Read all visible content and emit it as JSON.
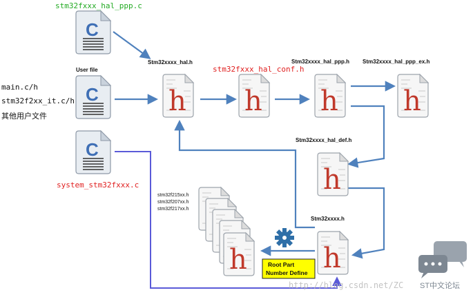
{
  "labels": {
    "ppp_c": "stm32fxxx_hal_ppp.c",
    "user_file": "User file",
    "main_c": "main.c/h",
    "it_c": "stm32f2xx_it.c/h",
    "user_cn": "其他用户文件",
    "system_c": "system_stm32fxxx.c",
    "hal_h": "Stm32xxxx_hal.h",
    "hal_conf_h": "stm32fxxx_hal_conf.h",
    "hal_ppp_h": "Stm32xxxx_hal_ppp.h",
    "hal_ppp_ex_h": "Stm32xxxx_hal_ppp_ex.h",
    "hal_def_h": "Stm32xxxx_hal_def.h",
    "xxxx_h": "Stm32xxxx.h",
    "dev_215": "stm32f215xx.h",
    "dev_207": "stm32f207xx.h",
    "dev_217": "stm32f217xx.h",
    "root_line1": "Root Part",
    "root_line2": "Number Define",
    "watermark": "http://blog.csdn.net/ZC",
    "brand": "ST中文论坛"
  },
  "icons": {
    "c_file": "c-source-file-icon",
    "h_file": "h-header-file-icon",
    "gear": "gear-icon",
    "chat": "chat-bubble-icon"
  },
  "colors": {
    "arrow": "#4f81bd",
    "label_green": "#22aa22",
    "label_red": "#e02020",
    "h_letter": "#c0392b",
    "c_letter": "#3f6fb5",
    "root_box": "#ffff00",
    "gear": "#2e6fa8"
  }
}
